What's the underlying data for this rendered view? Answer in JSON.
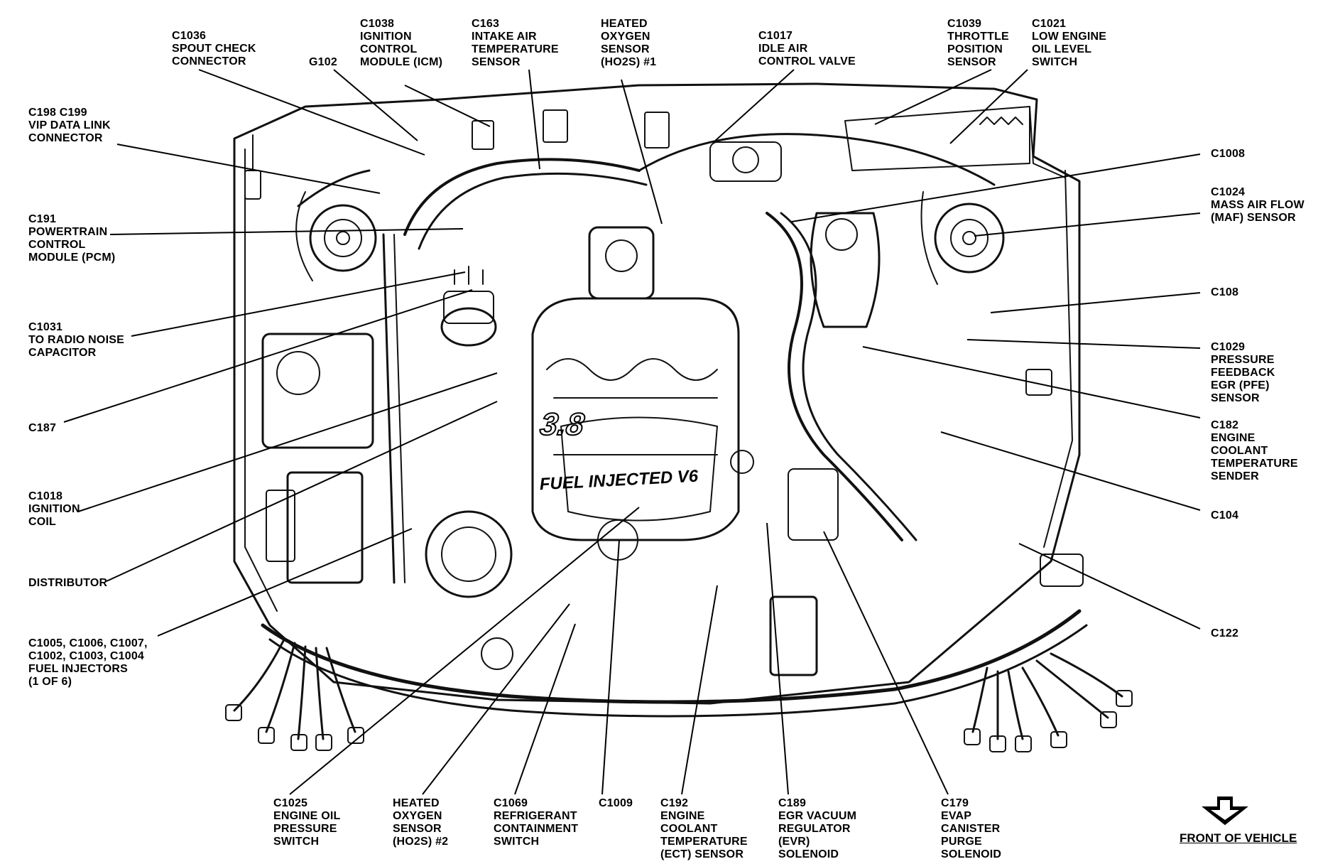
{
  "labels": {
    "c1036": "C1036\nSPOUT CHECK\nCONNECTOR",
    "g102": "G102",
    "c1038": "C1038\nIGNITION\nCONTROL\nMODULE (ICM)",
    "c163": "C163\nINTAKE AIR\nTEMPERATURE\nSENSOR",
    "ho2s1": "HEATED\nOXYGEN\nSENSOR\n(HO2S) #1",
    "c1017": "C1017\nIDLE AIR\nCONTROL VALVE",
    "c1039": "C1039\nTHROTTLE\nPOSITION\nSENSOR",
    "c1021": "C1021\nLOW ENGINE\nOIL LEVEL\nSWITCH",
    "c198": "C198 C199\nVIP DATA LINK\nCONNECTOR",
    "c191": "C191\nPOWERTRAIN\nCONTROL\nMODULE (PCM)",
    "c1031": "C1031\nTO RADIO NOISE\nCAPACITOR",
    "c187": "C187",
    "c1018": "C1018\nIGNITION\nCOIL",
    "distributor": "DISTRIBUTOR",
    "injectors": "C1005, C1006, C1007,\nC1002, C1003, C1004\nFUEL INJECTORS\n(1 OF 6)",
    "c1008": "C1008",
    "c1024": "C1024\nMASS AIR FLOW\n(MAF) SENSOR",
    "c108": "C108",
    "c1029": "C1029\nPRESSURE\nFEEDBACK\nEGR (PFE)\nSENSOR",
    "c182": "C182\nENGINE\nCOOLANT\nTEMPERATURE\nSENDER",
    "c104": "C104",
    "c122": "C122",
    "c1025": "C1025\nENGINE OIL\nPRESSURE\nSWITCH",
    "ho2s2": "HEATED\nOXYGEN\nSENSOR\n(HO2S) #2",
    "c1069": "C1069\nREFRIGERANT\nCONTAINMENT\nSWITCH",
    "c1009": "C1009",
    "c192": "C192\nENGINE\nCOOLANT\nTEMPERATURE\n(ECT) SENSOR",
    "c189": "C189\nEGR VACUUM\nREGULATOR\n(EVR)\nSOLENOID",
    "c179": "C179\nEVAP\nCANISTER\nPURGE\nSOLENOID",
    "engine_badge": "3.8",
    "engine_script": "FUEL INJECTED V6",
    "front_of_vehicle": "FRONT OF VEHICLE"
  }
}
